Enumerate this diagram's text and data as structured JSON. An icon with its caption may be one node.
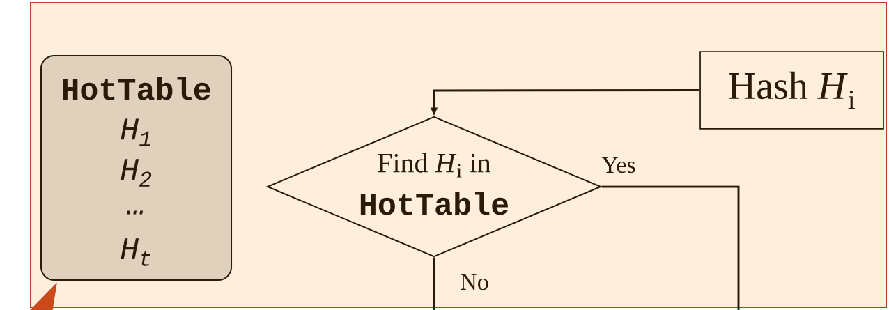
{
  "diagram": {
    "nodes": [
      {
        "text": [
          "HotTable",
          "H$_{1}$",
          "H$_{2}$",
          "…",
          "H$_{t}$"
        ]
      },
      {
        "text": [
          "Hash *H*$_{i}$"
        ]
      },
      {
        "text": [
          "Find *H*$_{i}$ in",
          "HotTable"
        ]
      }
    ],
    "edges": [
      {
        "from": 1,
        "to": 2,
        "arrow": "to"
      },
      {
        "from": 2,
        "to": null,
        "arrow": "none",
        "label": "Yes"
      },
      {
        "from": 2,
        "to": null,
        "arrow": "none",
        "label": "No"
      }
    ]
  }
}
